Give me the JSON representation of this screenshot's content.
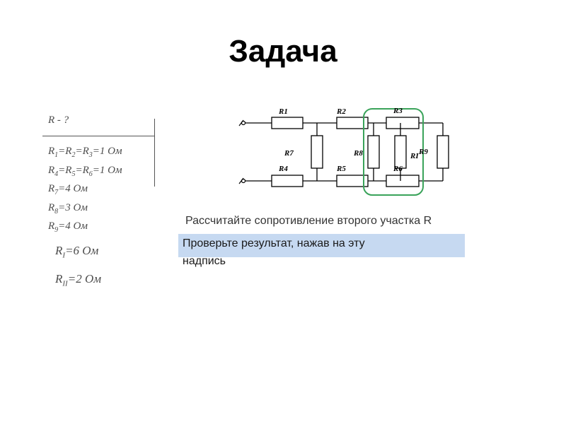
{
  "title": "Задача",
  "given": {
    "unknown": "R - ?",
    "lines": [
      {
        "t": [
          "R",
          "1",
          "=R",
          "2",
          "=R",
          "3",
          "=1 Ом"
        ]
      },
      {
        "t": [
          "R",
          "4",
          "=R",
          "5",
          "=R",
          "6",
          "=1 Ом"
        ]
      },
      {
        "t": [
          "R",
          "7",
          "=4 Ом"
        ]
      },
      {
        "t": [
          "R",
          "8",
          "=3 Ом"
        ]
      },
      {
        "t": [
          "R",
          "9",
          "=4 Ом"
        ]
      }
    ]
  },
  "results": [
    {
      "t": [
        "R",
        "I",
        "=6 Ом"
      ]
    },
    {
      "t": [
        "R",
        "II",
        "=2 Ом"
      ]
    }
  ],
  "task_text": "Рассчитайте сопротивление второго участка R",
  "check_button": {
    "line1": "Проверьте результат, нажав на эту",
    "line2": "надпись",
    "color": "#c6d9f1"
  },
  "circuit": {
    "labels": {
      "r1": "R1",
      "r2": "R2",
      "r3": "R3",
      "r4": "R4",
      "r5": "R5",
      "r6": "R6",
      "r7": "R7",
      "r8": "R8",
      "r9": "R9",
      "ri": "RI"
    },
    "highlight_color": "#3aa35a"
  }
}
